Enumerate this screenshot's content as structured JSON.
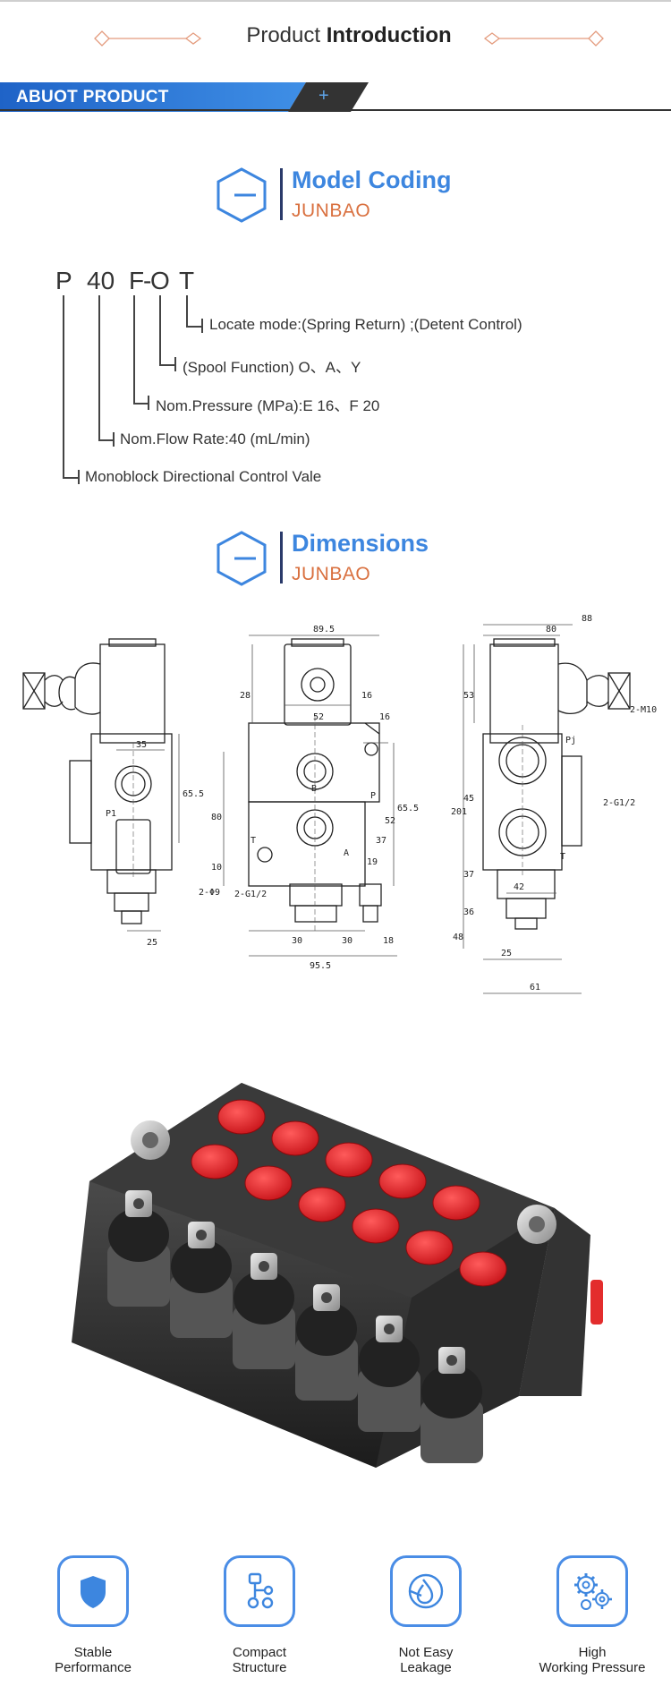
{
  "header": {
    "title_light": "Product",
    "title_bold": "Introduction"
  },
  "about_bar": {
    "label": "ABUOT PRODUCT",
    "plus": "+"
  },
  "model_coding": {
    "title": "Model Coding",
    "subtitle": "JUNBAO",
    "code": [
      "P",
      "40",
      "F",
      "-",
      "O",
      "T"
    ],
    "lines": [
      "Locate mode:(Spring Return) ;(Detent Control)",
      "(Spool Function) O、A、Y",
      "Nom.Pressure (MPa):E 16、F 20",
      "Nom.Flow Rate:40   (mL/min)",
      "Monoblock Directional Control Vale"
    ]
  },
  "dimensions": {
    "title": "Dimensions",
    "subtitle": "JUNBAO",
    "left_view": {
      "top": "35",
      "right": "65.5",
      "bottom": "25",
      "port": "P1"
    },
    "center_view": {
      "top": "89.5",
      "d52": "52",
      "d16a": "16",
      "d16b": "16",
      "d28": "28",
      "d80": "80",
      "d10": "10",
      "d65": "65.5",
      "d52b": "52",
      "d37": "37",
      "d19": "19",
      "d30a": "30",
      "d30b": "30",
      "d18": "18",
      "d955": "95.5",
      "portB": "B",
      "portA": "A",
      "portP": "P",
      "portT": "T",
      "thread": "2-G1/2",
      "bolt": "2-Φ9"
    },
    "right_view": {
      "d88": "88",
      "d80": "80",
      "d53": "53",
      "d201": "201",
      "d45": "45",
      "d37": "37",
      "d36": "36",
      "d48": "48",
      "d42": "42",
      "d25": "25",
      "d61": "61",
      "portPj": "Pj",
      "portT": "T",
      "thread": "2-G1/2",
      "bolt": "2-M10"
    }
  },
  "features": [
    {
      "icon": "shield-icon",
      "label": "Stable\nPerformance"
    },
    {
      "icon": "structure-icon",
      "label": "Compact\nStructure"
    },
    {
      "icon": "leak-icon",
      "label": "Not Easy\nLeakage"
    },
    {
      "icon": "gears-icon",
      "label": "High\nWorking Pressure"
    }
  ],
  "colors": {
    "accent_blue": "#3d86df",
    "accent_orange": "#d9703f",
    "bar_dark": "#333333",
    "valve_red": "#e8262b"
  }
}
